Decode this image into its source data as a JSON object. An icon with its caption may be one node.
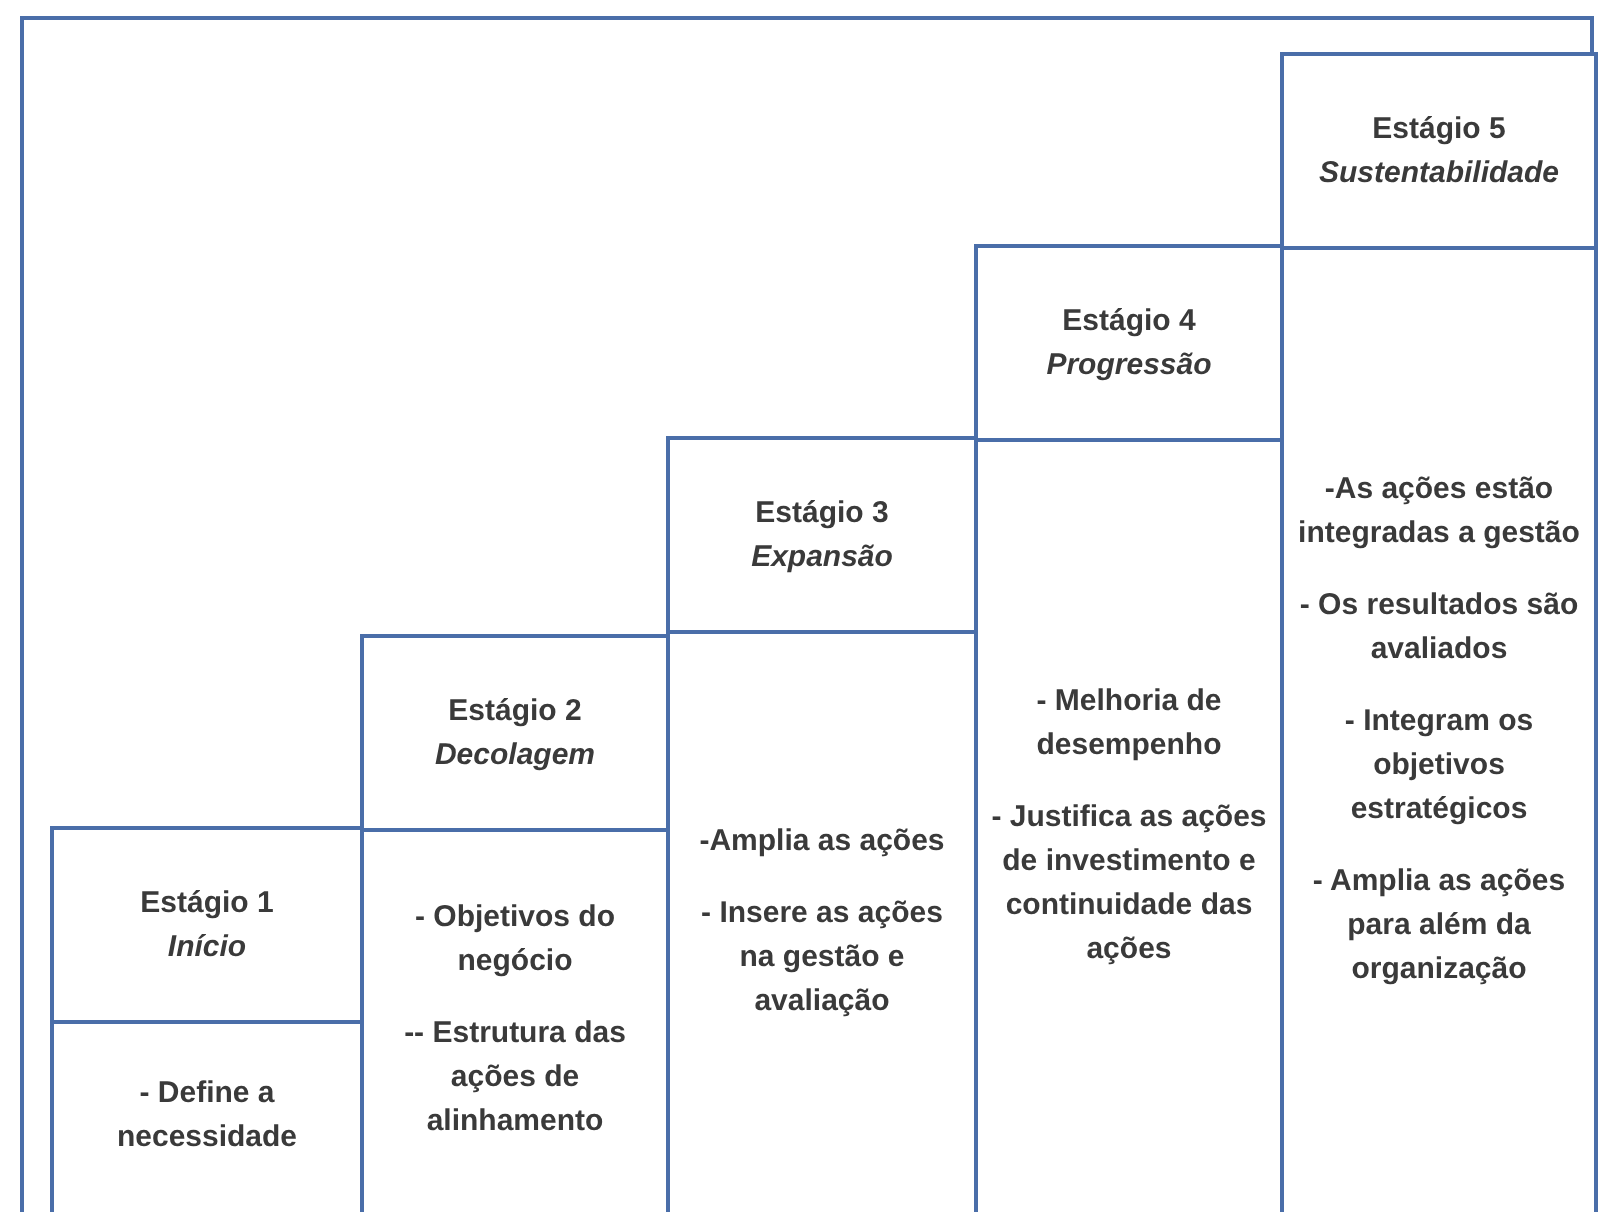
{
  "diagram": {
    "nodes": [
      {
        "text": [
          "Estágio 1",
          "Início"
        ]
      },
      {
        "text": [
          "- Define a necessidade"
        ]
      },
      {
        "text": [
          "Estágio 2",
          "Decolagem"
        ]
      },
      {
        "text": [
          "- Objetivos do negócio",
          "-- Estrutura das ações de alinhamento"
        ]
      },
      {
        "text": [
          "Estágio 3",
          "Expansão"
        ]
      },
      {
        "text": [
          "-Amplia as ações",
          "- Insere as ações na gestão e avaliação"
        ]
      },
      {
        "text": [
          "Estágio 4",
          "Progressão"
        ]
      },
      {
        "text": [
          "- Melhoria de desempenho",
          "- Justifica as ações de investimento e continuidade das ações"
        ]
      },
      {
        "text": [
          "Estágio 5",
          "Sustentabilidade"
        ]
      },
      {
        "text": [
          "-As ações estão integradas a gestão",
          "- Os resultados são avaliados",
          "- Integram os objetivos estratégicos",
          "- Amplia as ações para além da organização"
        ]
      }
    ]
  }
}
